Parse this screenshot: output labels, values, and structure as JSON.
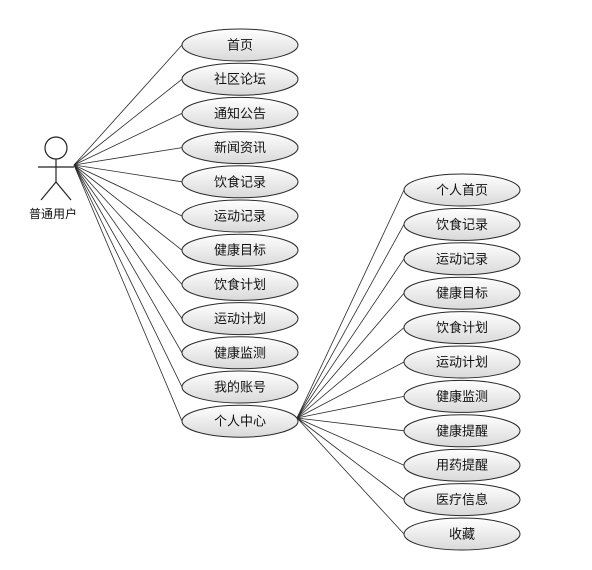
{
  "actor": {
    "label": "普通用户"
  },
  "main_use_cases": [
    "首页",
    "社区论坛",
    "通知公告",
    "新闻资讯",
    "饮食记录",
    "运动记录",
    "健康目标",
    "饮食计划",
    "运动计划",
    "健康监测",
    "我的账号",
    "个人中心"
  ],
  "personal_center": {
    "label": "个人中心",
    "sub_use_cases": [
      "个人首页",
      "饮食记录",
      "运动记录",
      "健康目标",
      "饮食计划",
      "运动计划",
      "健康监测",
      "健康提醒",
      "用药提醒",
      "医疗信息",
      "收藏"
    ]
  },
  "colors": {
    "oval_light": "#ffffff",
    "oval_dark": "#d9d9d9",
    "stroke": "#2a2a2a"
  }
}
